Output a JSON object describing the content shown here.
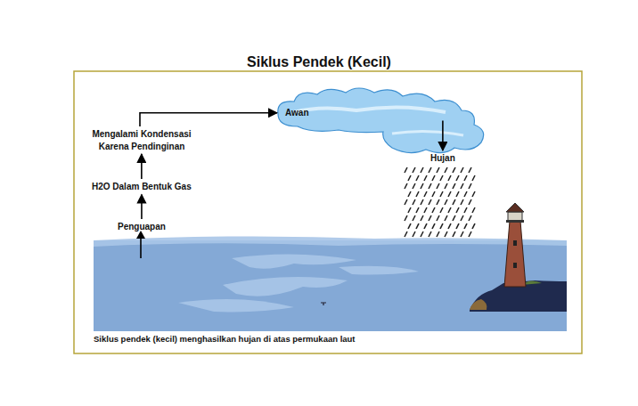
{
  "diagram": {
    "title": "Siklus Pendek (Kecil)",
    "caption": "Siklus pendek (kecil) menghasilkan hujan di atas permukaan laut",
    "nodes": [
      {
        "text": [
          "Penguapan"
        ]
      },
      {
        "text": [
          "H2O Dalam Bentuk Gas"
        ]
      },
      {
        "text": [
          "Mengalami Kondensasi Karena Pendinginan"
        ]
      },
      {
        "text": [
          "Awan"
        ]
      },
      {
        "text": [
          "Hujan"
        ]
      }
    ],
    "edges": [
      {
        "from": 0,
        "to": 1,
        "arrow": "to"
      },
      {
        "from": 1,
        "to": 2,
        "arrow": "to"
      },
      {
        "from": 2,
        "to": 3,
        "arrow": "to"
      },
      {
        "from": 3,
        "to": 4,
        "arrow": "to"
      }
    ]
  }
}
